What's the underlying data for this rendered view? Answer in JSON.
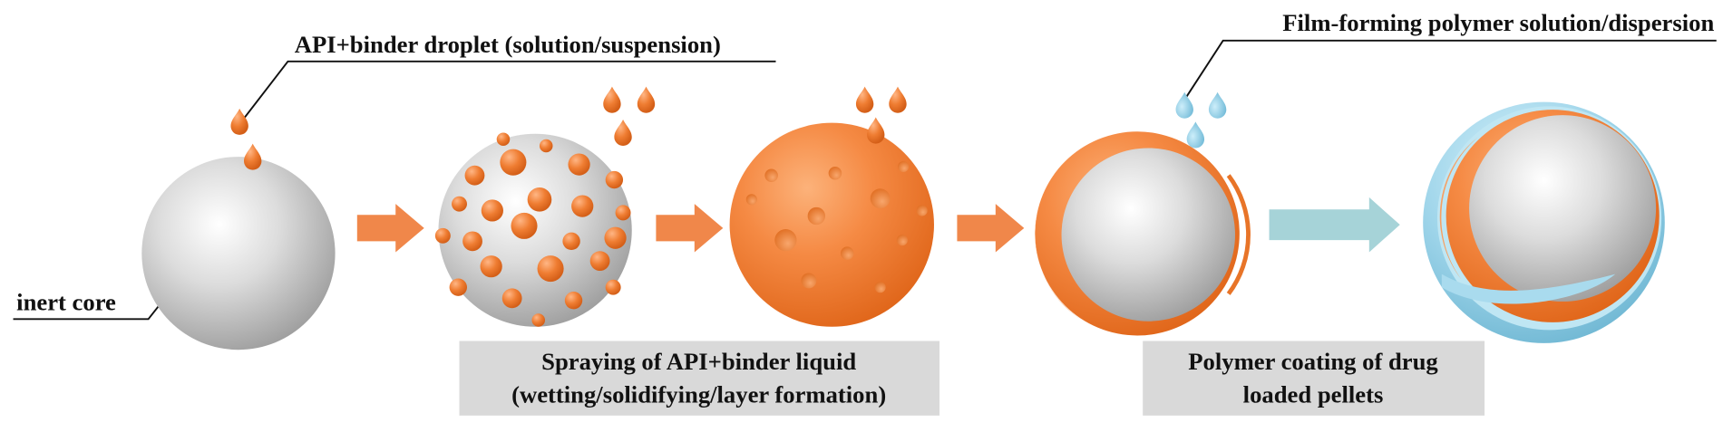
{
  "labels": {
    "droplet": "API+binder droplet (solution/suspension)",
    "film": "Film-forming polymer solution/dispersion",
    "core": "inert core"
  },
  "steps": [
    {
      "line1": "Spraying of API+binder liquid",
      "line2": "(wetting/solidifying/layer formation)"
    },
    {
      "line1": "Polymer coating of drug",
      "line2": "loaded pellets"
    }
  ],
  "colors": {
    "api_orange": "#ef7d32",
    "polymer_blue": "#8fcde3",
    "arrow_orange": "#f0874a",
    "arrow_blue": "#a6d3d8",
    "box_gray": "#d9d9d9"
  }
}
